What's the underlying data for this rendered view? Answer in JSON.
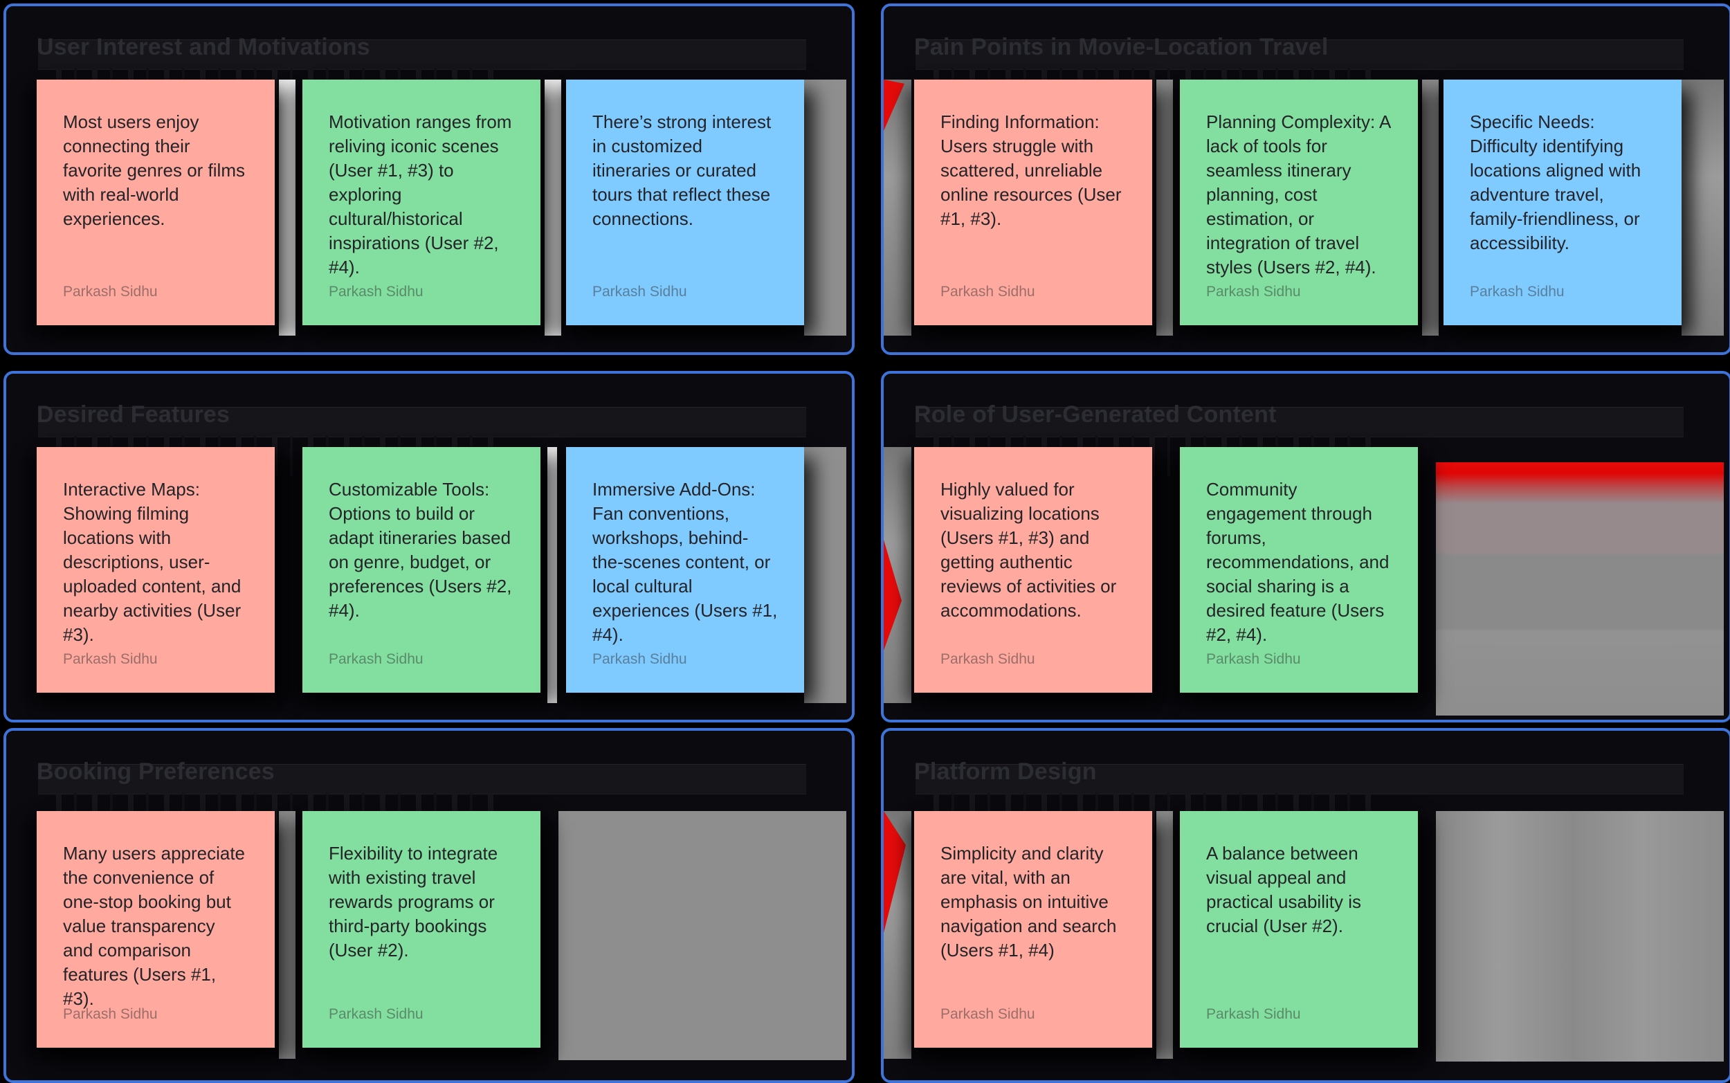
{
  "board": {
    "app": "sticky-note-whiteboard",
    "palette": {
      "pink": "#ffa99f",
      "green": "#82df9f",
      "blue": "#7fcaff",
      "frame-border": "#3e74da",
      "red": "#e60b0b"
    },
    "sections": [
      {
        "title": "User Interest and Motivations",
        "notes": [
          {
            "color": "pink",
            "text": "Most users enjoy connecting their favorite genres or films with real-world experiences.",
            "author": "Parkash Sidhu"
          },
          {
            "color": "green",
            "text": "Motivation ranges from reliving iconic scenes (User #1, #3) to exploring cultural/historical inspirations (User #2, #4).",
            "author": "Parkash Sidhu"
          },
          {
            "color": "blue",
            "text": "There’s strong interest in customized itineraries or curated tours that reflect these connections.",
            "author": "Parkash Sidhu"
          }
        ]
      },
      {
        "title": "Pain Points in Movie-Location Travel",
        "notes": [
          {
            "color": "pink",
            "text": "Finding Information: Users struggle with scattered, unreliable online resources (User #1, #3).",
            "author": "Parkash Sidhu"
          },
          {
            "color": "green",
            "text": "Planning Complexity: A lack of tools for seamless itinerary planning, cost estimation, or integration of travel styles (Users #2, #4).",
            "author": "Parkash Sidhu"
          },
          {
            "color": "blue",
            "text": "Specific Needs: Difficulty identifying locations aligned with adventure travel, family-friendliness, or accessibility.",
            "author": "Parkash Sidhu"
          }
        ]
      },
      {
        "title": "Desired Features",
        "notes": [
          {
            "color": "pink",
            "text": "Interactive Maps: Showing filming locations with descriptions, user-uploaded content, and nearby activities (User #3).",
            "author": "Parkash Sidhu"
          },
          {
            "color": "green",
            "text": "Customizable Tools: Options to build or adapt itineraries based on genre, budget, or preferences (Users #2, #4).",
            "author": "Parkash Sidhu"
          },
          {
            "color": "blue",
            "text": "Immersive Add-Ons: Fan conventions, workshops, behind-the-scenes content, or local cultural experiences (Users #1, #4).",
            "author": "Parkash Sidhu"
          }
        ]
      },
      {
        "title": "Role of User-Generated Content",
        "notes": [
          {
            "color": "pink",
            "text": "Highly valued for visualizing locations (Users #1, #3) and getting authentic reviews of activities or accommodations.",
            "author": "Parkash Sidhu"
          },
          {
            "color": "green",
            "text": "Community engagement through forums, recommendations, and social sharing is a desired feature (Users #2, #4).",
            "author": "Parkash Sidhu"
          }
        ]
      },
      {
        "title": "Booking Preferences",
        "notes": [
          {
            "color": "pink",
            "text": "Many users appreciate the convenience of one-stop booking but value transparency and comparison features (Users #1, #3).",
            "author": "Parkash Sidhu"
          },
          {
            "color": "green",
            "text": "Flexibility to integrate with existing travel rewards programs or third-party bookings (User #2).",
            "author": "Parkash Sidhu"
          }
        ]
      },
      {
        "title": "Platform Design",
        "notes": [
          {
            "color": "pink",
            "text": "Simplicity and clarity are vital, with an emphasis on intuitive navigation and search (Users #1, #4)",
            "author": "Parkash Sidhu"
          },
          {
            "color": "green",
            "text": "A balance between visual appeal and practical usability is crucial (User #2).",
            "author": "Parkash Sidhu"
          }
        ]
      }
    ]
  }
}
